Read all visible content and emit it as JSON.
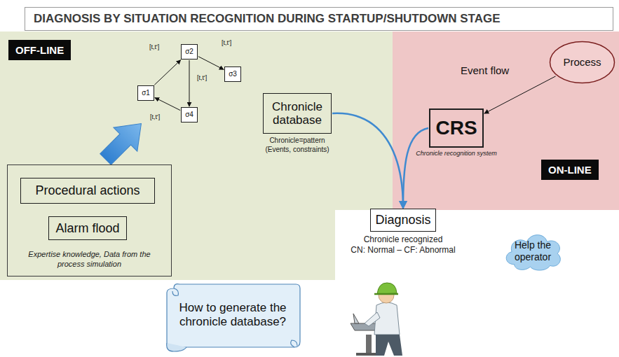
{
  "diagram": {
    "title": "DIAGNOSIS BY SITUATION RECOGNITION DURING STARTUP/SHUTDOWN STAGE",
    "nodes": [
      {
        "text": [
          "OFF-LINE"
        ]
      },
      {
        "text": [
          "σ1"
        ],
        "in": 0
      },
      {
        "text": [
          "σ2"
        ],
        "in": 0
      },
      {
        "text": [
          "σ3"
        ],
        "in": 0
      },
      {
        "text": [
          "σ4"
        ],
        "in": 0
      },
      {
        "text": [
          "Expertise knowledge, Data from the process simulation"
        ],
        "in": 0
      },
      {
        "text": [
          "Procedural actions"
        ],
        "in": 5
      },
      {
        "text": [
          "Alarm flood"
        ],
        "in": 5
      },
      {
        "text": [
          "Chronicle database",
          "Chronicle=pattern (Events, constraints)"
        ],
        "in": 0
      },
      {
        "text": [
          "ON-LINE"
        ]
      },
      {
        "text": [
          "Process"
        ],
        "in": 9
      },
      {
        "text": [
          "CRS",
          "Chronicle recognition system"
        ],
        "in": 9
      },
      {
        "text": [
          "Diagnosis",
          "Chronicle recognized",
          "CN: Normal – CF: Abnormal"
        ]
      },
      {
        "text": [
          "Help the operator"
        ]
      },
      {
        "text": [
          "How to generate the chronicle database?"
        ]
      }
    ],
    "edges": [
      {
        "from": 1,
        "to": 2,
        "label": "[t,t']",
        "arrow": "to"
      },
      {
        "from": 2,
        "to": 3,
        "label": "[t,t']",
        "arrow": "to"
      },
      {
        "from": 2,
        "to": 4,
        "label": "[t,t']",
        "arrow": "to"
      },
      {
        "from": 4,
        "to": 1,
        "label": "[t,t']",
        "arrow": "to"
      },
      {
        "from": 10,
        "to": 11,
        "label": "Event flow",
        "arrow": "to"
      },
      {
        "from": 8,
        "to": 12,
        "arrow": "to"
      },
      {
        "from": 11,
        "to": 12,
        "arrow": "to"
      }
    ]
  }
}
